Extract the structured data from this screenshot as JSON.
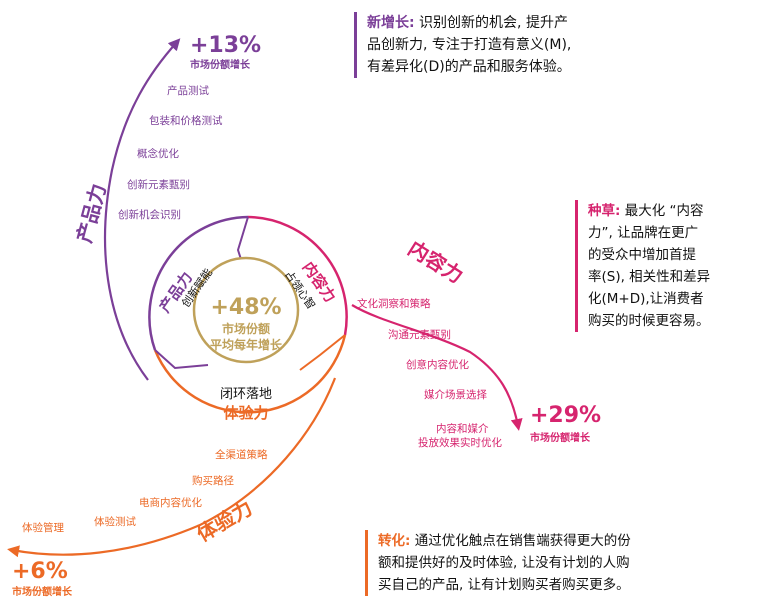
{
  "colors": {
    "purple": "#7b3f98",
    "magenta": "#d6246e",
    "orange": "#ec6a26",
    "gold": "#bfa15a",
    "text": "#111111"
  },
  "growth": {
    "product": {
      "value": "+13%",
      "label": "市场份额增长"
    },
    "content": {
      "value": "+29%",
      "label": "市场份额增长"
    },
    "experience": {
      "value": "+6%",
      "label": "市场份额增长"
    }
  },
  "center": {
    "value": "+48%",
    "line1": "市场份额",
    "line2": "平均每年增长"
  },
  "inner": {
    "product": {
      "title": "产品力",
      "sub": "创新赋能"
    },
    "content": {
      "title": "内容力",
      "sub": "占领心智"
    },
    "experience": {
      "title": "体验力",
      "sub": "闭环落地"
    }
  },
  "arc_titles": {
    "product": "产品力",
    "content": "内容力",
    "experience": "体验力"
  },
  "product_steps": [
    "产品测试",
    "包装和价格测试",
    "概念优化",
    "创新元素甄别",
    "创新机会识别"
  ],
  "content_steps": [
    "文化洞察和策略",
    "沟通元素甄别",
    "创意内容优化",
    "媒介场景选择",
    "内容和媒介",
    "投放效果实时优化"
  ],
  "experience_steps": [
    "全渠道策略",
    "购买路径",
    "电商内容优化",
    "体验测试",
    "体验管理"
  ],
  "boxes": {
    "new_growth": {
      "head": "新增长:",
      "lines": [
        " 识别创新的机会, 提升产",
        "品创新力, 专注于打造有意义(M),",
        "有差异化(D)的产品和服务体验。"
      ]
    },
    "seeding": {
      "head": "种草:",
      "lines": [
        " 最大化 “内容",
        "力”, 让品牌在更广",
        "的受众中增加首提",
        "率(S), 相关性和差异",
        "化(M+D),让消费者",
        "购买的时候更容易。"
      ]
    },
    "conversion": {
      "head": "转化:",
      "lines": [
        " 通过优化触点在销售端获得更大的份",
        "额和提供好的及时体验, 让没有计划的人购",
        "买自己的产品, 让有计划购买者购买更多。"
      ]
    }
  }
}
